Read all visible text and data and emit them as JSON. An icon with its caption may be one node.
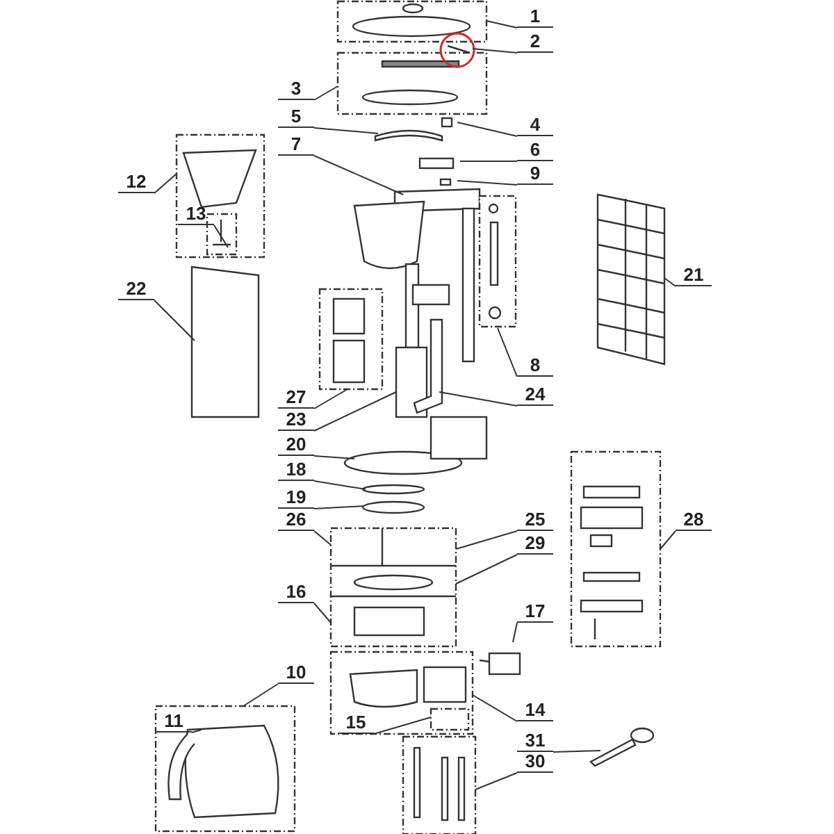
{
  "diagram": {
    "nodes": [
      {
        "text": [
          "1"
        ]
      },
      {
        "text": [
          "2"
        ]
      },
      {
        "text": [
          "3"
        ]
      },
      {
        "text": [
          "4"
        ]
      },
      {
        "text": [
          "5"
        ]
      },
      {
        "text": [
          "6"
        ]
      },
      {
        "text": [
          "7"
        ]
      },
      {
        "text": [
          "9"
        ]
      },
      {
        "text": [
          "12"
        ]
      },
      {
        "text": [
          "13"
        ]
      },
      {
        "text": [
          "22"
        ]
      },
      {
        "text": [
          "21"
        ]
      },
      {
        "text": [
          "8"
        ]
      },
      {
        "text": [
          "27"
        ]
      },
      {
        "text": [
          "23"
        ]
      },
      {
        "text": [
          "24"
        ]
      },
      {
        "text": [
          "20"
        ]
      },
      {
        "text": [
          "18"
        ]
      },
      {
        "text": [
          "19"
        ]
      },
      {
        "text": [
          "26"
        ]
      },
      {
        "text": [
          "25"
        ]
      },
      {
        "text": [
          "29"
        ]
      },
      {
        "text": [
          "28"
        ]
      },
      {
        "text": [
          "16"
        ]
      },
      {
        "text": [
          "17"
        ]
      },
      {
        "text": [
          "10"
        ]
      },
      {
        "text": [
          "14"
        ]
      },
      {
        "text": [
          "11"
        ]
      },
      {
        "text": [
          "15"
        ]
      },
      {
        "text": [
          "31"
        ]
      },
      {
        "text": [
          "30"
        ]
      }
    ],
    "edges": [
      {
        "from": 0,
        "to": null,
        "arrow": "none"
      },
      {
        "from": 1,
        "to": null,
        "arrow": "none"
      },
      {
        "from": 2,
        "to": null,
        "arrow": "none"
      },
      {
        "from": 3,
        "to": null,
        "arrow": "none"
      },
      {
        "from": 4,
        "to": null,
        "arrow": "none"
      },
      {
        "from": 5,
        "to": null,
        "arrow": "none"
      },
      {
        "from": 6,
        "to": null,
        "arrow": "none"
      },
      {
        "from": 7,
        "to": null,
        "arrow": "none"
      },
      {
        "from": 8,
        "to": null,
        "arrow": "none"
      },
      {
        "from": 9,
        "to": null,
        "arrow": "none"
      },
      {
        "from": 10,
        "to": null,
        "arrow": "none"
      },
      {
        "from": 11,
        "to": null,
        "arrow": "none"
      },
      {
        "from": 12,
        "to": null,
        "arrow": "none"
      },
      {
        "from": 13,
        "to": null,
        "arrow": "none"
      },
      {
        "from": 14,
        "to": null,
        "arrow": "none"
      },
      {
        "from": 15,
        "to": null,
        "arrow": "none"
      },
      {
        "from": 16,
        "to": null,
        "arrow": "none"
      },
      {
        "from": 17,
        "to": null,
        "arrow": "none"
      },
      {
        "from": 18,
        "to": null,
        "arrow": "none"
      },
      {
        "from": 19,
        "to": null,
        "arrow": "none"
      },
      {
        "from": 20,
        "to": null,
        "arrow": "none"
      },
      {
        "from": 21,
        "to": null,
        "arrow": "none"
      },
      {
        "from": 22,
        "to": null,
        "arrow": "none"
      },
      {
        "from": 23,
        "to": null,
        "arrow": "none"
      },
      {
        "from": 24,
        "to": null,
        "arrow": "none"
      },
      {
        "from": 25,
        "to": null,
        "arrow": "none"
      },
      {
        "from": 26,
        "to": null,
        "arrow": "none"
      },
      {
        "from": 27,
        "to": null,
        "arrow": "none"
      },
      {
        "from": 28,
        "to": null,
        "arrow": "none"
      },
      {
        "from": 29,
        "to": null,
        "arrow": "none"
      },
      {
        "from": 30,
        "to": null,
        "arrow": "none"
      }
    ]
  }
}
